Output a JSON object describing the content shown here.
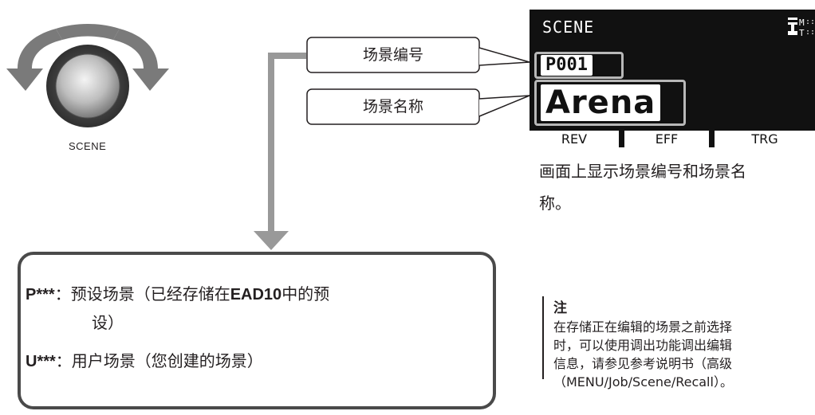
{
  "knob": {
    "label": "SCENE"
  },
  "callouts": {
    "scene_number": "场景编号",
    "scene_name": "场景名称"
  },
  "lcd": {
    "title": "SCENE",
    "status_icon": "metronome-trigger-status-icon",
    "scene_number": "P001",
    "scene_name": "Arena",
    "tabs": [
      "REV",
      "EFF",
      "TRG"
    ]
  },
  "caption": {
    "line1": "画面上显示场景编号和场景名",
    "line2": "称。"
  },
  "types": {
    "preset_code": "P***",
    "preset_colon": "：",
    "preset_desc_a": "预设场景（已经存储在",
    "preset_desc_brand": "EAD10",
    "preset_desc_b": "中的预",
    "preset_desc_c": "设）",
    "user_code": "U***",
    "user_colon": "：",
    "user_desc": "用户场景（您创建的场景）"
  },
  "note": {
    "title": "注",
    "line1": "在存储正在编辑的场景之前选择",
    "line2": "时，可以使用调出功能调出编辑",
    "line3": "信息，请参见参考说明书（高级",
    "line4": "（MENU/Job/Scene/Recall）。"
  },
  "colors": {
    "lcd_bg": "#111111",
    "highlight_border": "#b8b8b8",
    "connector": "#999999",
    "text": "#231f20"
  }
}
